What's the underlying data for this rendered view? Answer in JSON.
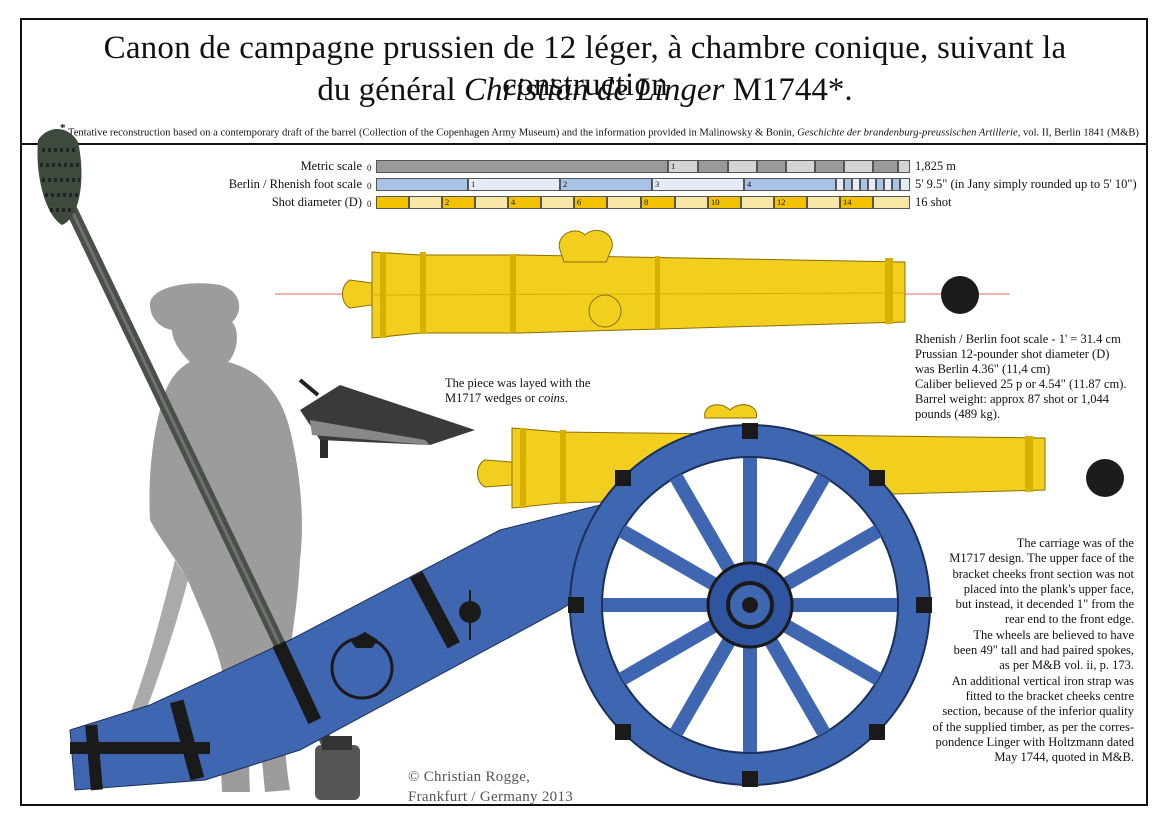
{
  "title": {
    "line1": "Canon de campagne prussien de 12 léger, à chambre conique, suivant la construction",
    "line2_prefix": "du général ",
    "line2_italic": "Christian de Linger",
    "line2_suffix": " M1744*."
  },
  "footnote": {
    "marker": "*",
    "text_a": " Tentative reconstruction based on a contemporary draft of the barrel (Collection of the Copenhagen Army Museum) and the information provided in Malinowsky & Bonin, ",
    "text_italic": "Geschichte der brandenburg-preussischen Artillerie",
    "text_b": ", vol. II, Berlin 1841 (M&B)"
  },
  "scales": [
    {
      "label": "Metric scale",
      "zero": "0",
      "value": "1,825 m",
      "tick": "1",
      "color_a": "#9a9a9a",
      "color_b": "#d4d4d4"
    },
    {
      "label": "Berlin / Rhenish foot scale",
      "zero": "0",
      "value": "5' 9.5\" (in Jany simply rounded up to 5' 10\")",
      "ticks": [
        "1",
        "2",
        "3",
        "4"
      ],
      "color_a": "#a9c3e6",
      "color_b": "#e6ecf6"
    },
    {
      "label": "Shot diameter (D)",
      "zero": "0",
      "value": "16 shot",
      "ticks": [
        "2",
        "4",
        "6",
        "8",
        "10",
        "12",
        "14"
      ],
      "color_a": "#f2c200",
      "color_b": "#f7e6a5"
    }
  ],
  "rhenish_info": [
    "Rhenish / Berlin foot scale - 1' = 31.4 cm",
    "Prussian 12-pounder shot diameter (D)",
    "was Berlin 4.36\" (11,4 cm)",
    "Caliber believed 25 p or 4.54\" (11.87 cm).",
    "Barrel weight: approx 87 shot or 1,044",
    "pounds (489 kg)."
  ],
  "wedge_note": {
    "line1": "The piece was layed with the",
    "line2_a": "M1717 wedges or ",
    "line2_italic": "coins",
    "line2_b": "."
  },
  "carriage_note": [
    "The carriage was of the",
    "M1717 design. The upper face of the",
    "bracket cheeks front section was not",
    "placed into the plank's upper face,",
    "but instead, it decended 1\" from the",
    "rear end to the front edge.",
    "The wheels are believed to have",
    "been 49\" tall and had paired spokes,",
    "as per M&B vol. ii, p. 173.",
    "An additional vertical iron strap was",
    "fitted to the bracket cheeks centre",
    "section, because of the inferior quality",
    "of the supplied timber, as per the corres-",
    "pondence Linger with Holtzmann dated",
    "May 1744, quoted in M&B."
  ],
  "copyright": {
    "line1": "© Christian Rogge,",
    "line2": "Frankfurt / Germany 2013"
  },
  "colors": {
    "bronze": "#f2cf1f",
    "bronze_dark": "#c9a000",
    "carriage_blue": "#3f67b1",
    "iron": "#222222",
    "soldier_grey": "#9c9c9c"
  },
  "icons": [
    "soldier-silhouette",
    "rammer-sponge",
    "wedge-coin",
    "dolphin-handles",
    "cannonball",
    "wheel"
  ]
}
